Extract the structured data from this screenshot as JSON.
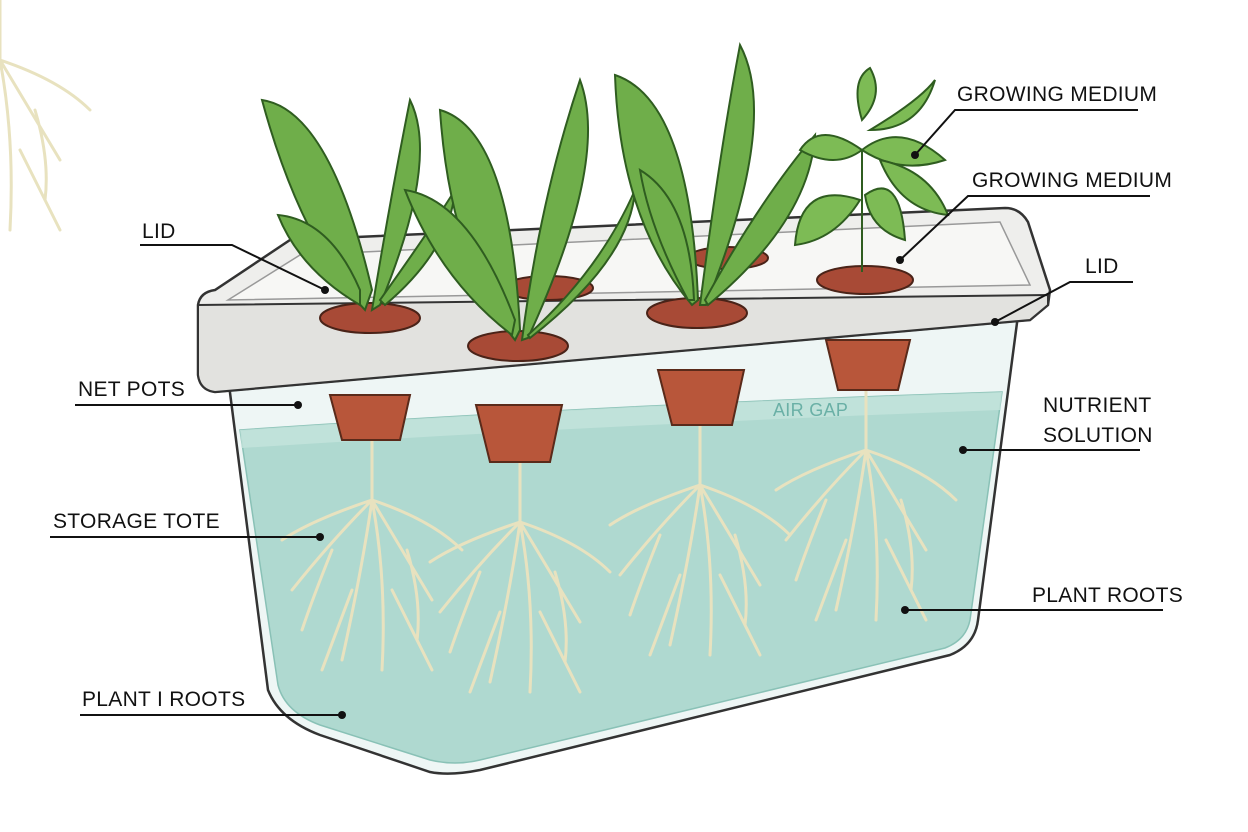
{
  "title": "DWC hydroponic tote diagram",
  "labels": {
    "lid_left": "LID",
    "lid_right": "LID",
    "growing_medium_1": "GROWING MEDIUM",
    "growing_medium_2": "GROWING MEDIUM",
    "net_pots": "NET POTS",
    "air_gap": "AIR GAP",
    "nutrient_line1": "NUTRIENT",
    "nutrient_line2": "SOLUTION",
    "storage_tote": "STORAGE TOTE",
    "plant_roots": "PLANT ROOTS",
    "plant_i_roots": "PLANT I ROOTS"
  },
  "colors": {
    "water": "#a9d6cc",
    "leaf": "#6fae4a",
    "leaf_dark": "#3d7a2a",
    "pot": "#b8563a",
    "lid": "#f1f1ef",
    "root": "#e8e2bf"
  }
}
